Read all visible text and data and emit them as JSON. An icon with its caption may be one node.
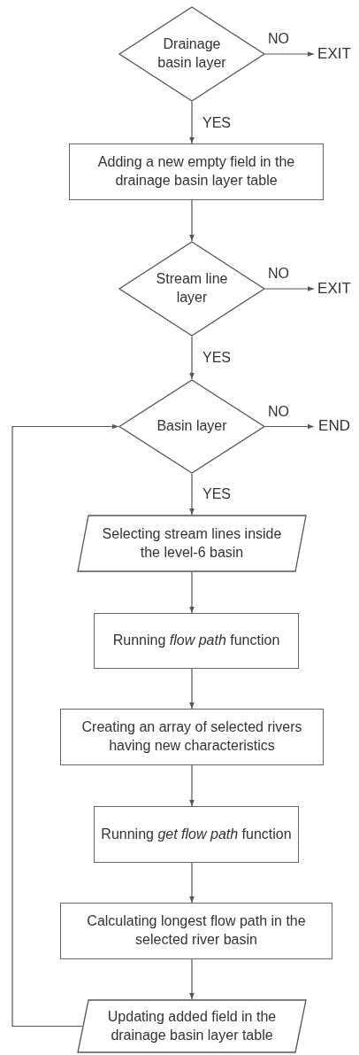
{
  "diagram": {
    "nodes": [
      {
        "text": [
          "Drainage basin layer"
        ]
      },
      {
        "text": [
          "EXIT"
        ]
      },
      {
        "text": [
          "Adding a new empty field in the drainage basin layer table"
        ]
      },
      {
        "text": [
          "Stream line layer"
        ]
      },
      {
        "text": [
          "EXIT"
        ]
      },
      {
        "text": [
          "Basin layer"
        ]
      },
      {
        "text": [
          "END"
        ]
      },
      {
        "text": [
          "Selecting stream lines inside the level-6 basin"
        ]
      },
      {
        "text": [
          "Running *flow path* function"
        ]
      },
      {
        "text": [
          "Creating an array of selected rivers having new characteristics"
        ]
      },
      {
        "text": [
          "Running *get flow path* function"
        ]
      },
      {
        "text": [
          "Calculating longest flow path in the selected river basin"
        ]
      },
      {
        "text": [
          "Updating added field in the drainage basin layer table"
        ]
      }
    ],
    "edges": [
      {
        "from": 0,
        "to": 1,
        "arrow": "to",
        "label": "NO"
      },
      {
        "from": 0,
        "to": 2,
        "arrow": "to",
        "label": "YES"
      },
      {
        "from": 2,
        "to": 3,
        "arrow": "to"
      },
      {
        "from": 3,
        "to": 4,
        "arrow": "to",
        "label": "NO"
      },
      {
        "from": 3,
        "to": 5,
        "arrow": "to",
        "label": "YES"
      },
      {
        "from": 5,
        "to": 6,
        "arrow": "to",
        "label": "NO"
      },
      {
        "from": 5,
        "to": 7,
        "arrow": "to",
        "label": "YES"
      },
      {
        "from": 7,
        "to": 8,
        "arrow": "to"
      },
      {
        "from": 8,
        "to": 9,
        "arrow": "to"
      },
      {
        "from": 9,
        "to": 10,
        "arrow": "to"
      },
      {
        "from": 10,
        "to": 11,
        "arrow": "to"
      },
      {
        "from": 11,
        "to": 12,
        "arrow": "to"
      },
      {
        "from": 12,
        "to": 5,
        "arrow": "to"
      }
    ]
  }
}
